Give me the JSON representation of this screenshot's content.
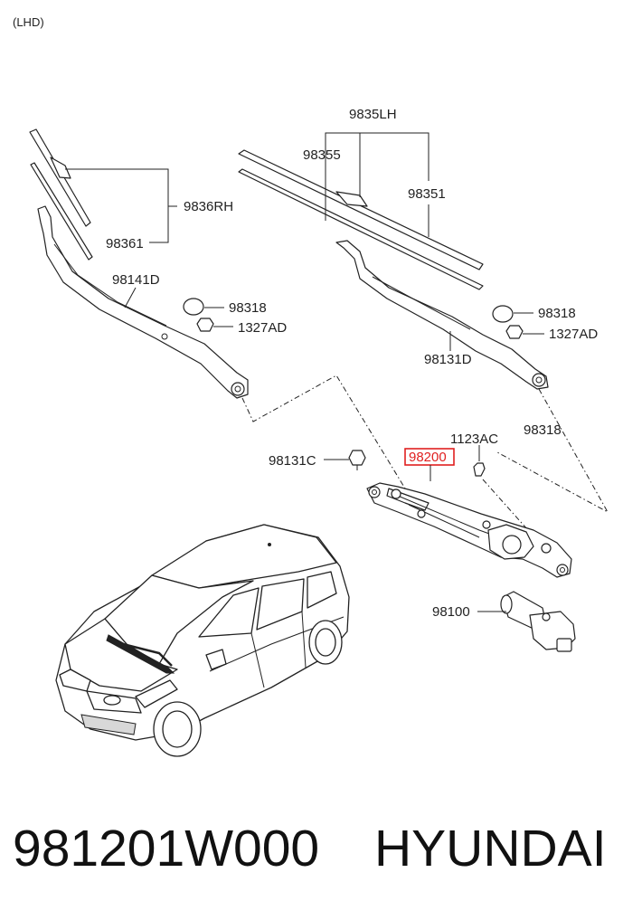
{
  "diagram": {
    "header": "(LHD)",
    "labels": {
      "p9835LH": "9835LH",
      "p98355": "98355",
      "p98351": "98351",
      "p9836RH": "9836RH",
      "p98361": "98361",
      "p98141D": "98141D",
      "p98318a": "98318",
      "p1327ADa": "1327AD",
      "p98318b": "98318",
      "p1327ADb": "1327AD",
      "p98131D": "98131D",
      "p98318c": "98318",
      "p1123AC": "1123AC",
      "p98131C": "98131C",
      "p98200": "98200",
      "p98100": "98100"
    },
    "highlight_color": "#e02020"
  },
  "footer": {
    "part_number": "981201W000",
    "brand": "HYUNDAI"
  }
}
